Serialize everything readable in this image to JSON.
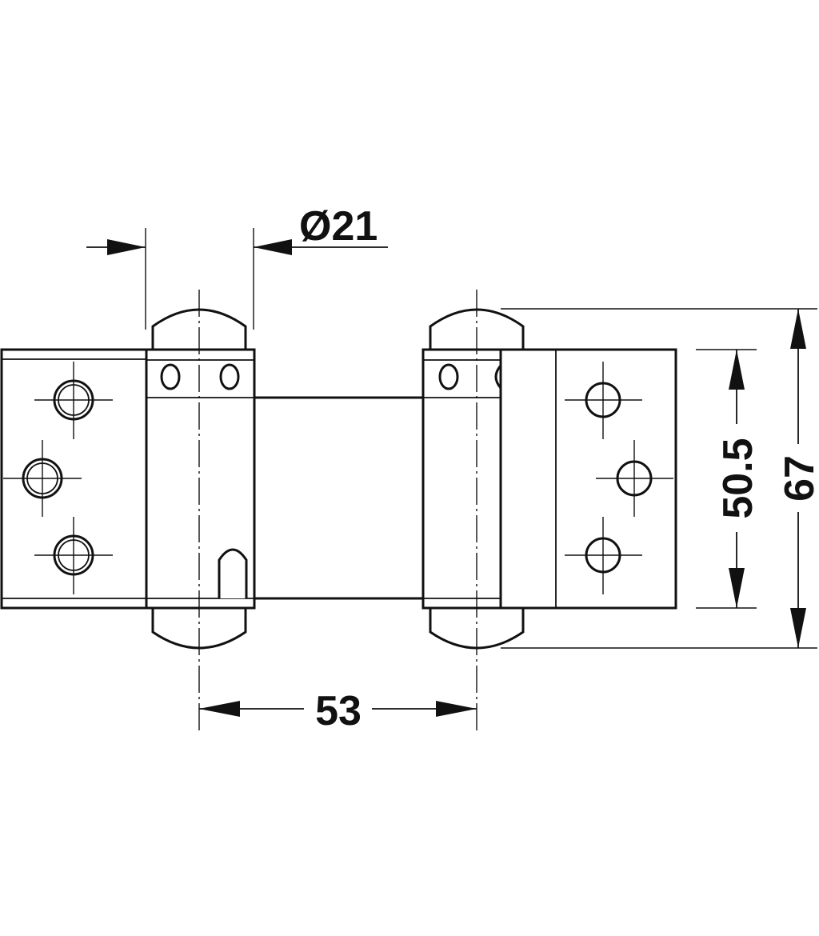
{
  "dimensions": {
    "diameter": "Ø21",
    "pitch": "53",
    "inner_height": "50.5",
    "outer_height": "67"
  },
  "colors": {
    "line": "#111111",
    "background": "#ffffff"
  }
}
